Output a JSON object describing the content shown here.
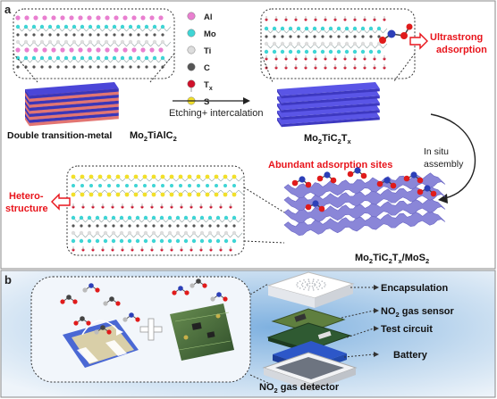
{
  "panel_a": {
    "letter": "a",
    "legend": [
      {
        "key": "Al",
        "color": "#e97fd0"
      },
      {
        "key": "Mo",
        "color": "#3fd5d5"
      },
      {
        "key": "Ti",
        "color": "#dddddd"
      },
      {
        "key": "C",
        "color": "#555555"
      },
      {
        "key": "T",
        "sub": "x",
        "color": "#d0102a"
      },
      {
        "key": "S",
        "color": "#f2e02a"
      }
    ],
    "arrow_label": "Etching+ intercalation",
    "label_parent_prefix": "Double transition-metal",
    "label_parent_formula": {
      "a": "Mo",
      "s1": "2",
      "b": "TiAlC",
      "s2": "2"
    },
    "label_mxene": {
      "a": "Mo",
      "s1": "2",
      "b": "TiC",
      "s2": "2",
      "c": "T",
      "s3": "x"
    },
    "callout_adsorption": [
      "Ultrastrong",
      "adsorption"
    ],
    "in_situ": [
      "In situ",
      "assembly"
    ],
    "abundant": "Abundant adsorption sites",
    "hetero": [
      "Hetero-",
      "structure"
    ],
    "label_composite": {
      "a": "Mo",
      "s1": "2",
      "b": "TiC",
      "s2": "2",
      "c": "T",
      "s3": "x",
      "d": "/MoS",
      "s4": "2"
    }
  },
  "panel_b": {
    "letter": "b",
    "labels": [
      "Encapsulation",
      "NO2 gas sensor",
      "Test circuit",
      "Battery"
    ],
    "label_sensor": {
      "a": "NO",
      "s1": "2",
      "b": " gas sensor"
    },
    "detector": {
      "a": "NO",
      "s1": "2",
      "b": " gas detector"
    }
  },
  "colors": {
    "accent_red": "#e8141b",
    "sheet_blue": "#5a55e6",
    "sheet_pink": "#f08a88",
    "panel_b_bg": "#bfd5ec"
  }
}
